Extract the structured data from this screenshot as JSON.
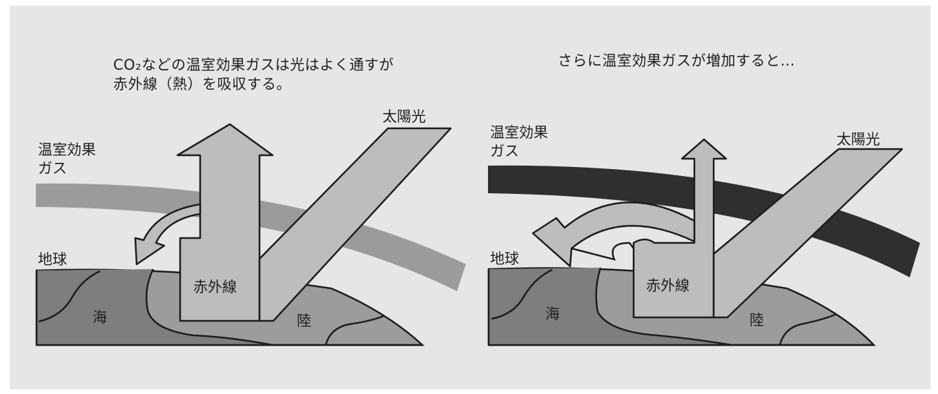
{
  "colors": {
    "background": "#e6e6e6",
    "panel": "#d6d6d6",
    "ocean": "#7e7e7e",
    "land": "#9c9c9c",
    "arrow_fill": "#bdbdbd",
    "gas_light": "#9b9b9b",
    "gas_dark": "#2f2f2f",
    "outline": "#1c1c1c",
    "text": "#1e1e1e"
  },
  "left_panel": {
    "caption_line1": "CO₂などの温室効果ガスは光はよく通すが",
    "caption_line2": "赤外線（熱）を吸収する。",
    "gas_label_line1": "温室効果",
    "gas_label_line2": "ガス",
    "sunlight_label": "太陽光",
    "earth_label": "地球",
    "infrared_label": "赤外線",
    "ocean_label": "海",
    "land_label": "陸"
  },
  "right_panel": {
    "caption": "さらに温室効果ガスが増加すると…",
    "gas_label_line1": "温室効果",
    "gas_label_line2": "ガス",
    "sunlight_label": "太陽光",
    "earth_label": "地球",
    "infrared_label": "赤外線",
    "ocean_label": "海",
    "land_label": "陸"
  }
}
